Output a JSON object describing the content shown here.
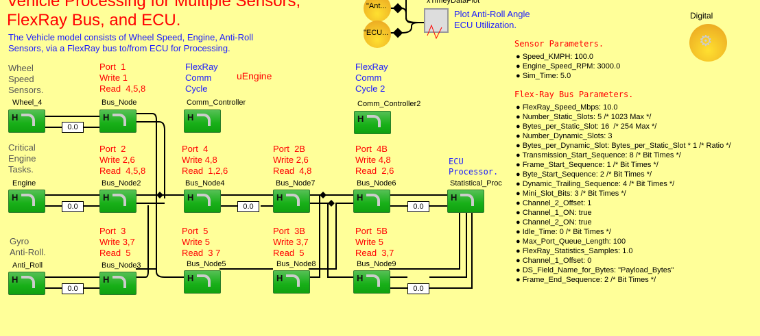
{
  "title": "Vehicle Processing for Multiple Sensors,\nFlexRay Bus, and ECU.",
  "description": "The Vehicle model consists of Wheel Speed, Engine, Anti-Roll\nSensors, via a FlexRay bus to/from ECU for Processing.",
  "plot": {
    "inputs": [
      "\"Ant...",
      "\"ECU..."
    ],
    "block_label": "xTimeyDataPlot",
    "caption": "Plot Anti-Roll Angle\nECU Utilization."
  },
  "digital": {
    "label": "Digital"
  },
  "group_labels": {
    "wheel": "Wheel\nSpeed\nSensors.",
    "engine": "Critical\nEngine\nTasks.",
    "gyro": "Gyro\nAnti-Roll."
  },
  "annotations": {
    "p1": "Port  1\nWrite 1\nRead  4,5,8",
    "cc1": "FlexRay\nComm\nCycle",
    "uengine": "uEngine",
    "cc2": "FlexRay\nComm\nCycle 2",
    "p2": "Port  2\nWrite 2,6\nRead  4,5,8",
    "p4": "Port  4\nWrite 4,8\nRead  1,2,6",
    "p2b": "Port  2B\nWrite 2,6\nRead  4,8",
    "p4b": "Port  4B\nWrite 4,8\nRead  2,6",
    "ecu": "ECU\nProcessor.",
    "p3": "Port  3\nWrite 3,7\nRead  5",
    "p5": "Port  5\nWrite 5\nRead  3 7",
    "p3b": "Port  3B\nWrite 3,7\nRead  5",
    "p5b": "Port  5B\nWrite 5\nRead  3,7"
  },
  "blocks": {
    "wheel4": "Wheel_4",
    "bus_node": "Bus_Node",
    "comm1": "Comm_Controller",
    "comm2": "Comm_Controller2",
    "engine": "Engine",
    "bus_node2": "Bus_Node2",
    "bus_node4": "Bus_Node4",
    "bus_node7": "Bus_Node7",
    "bus_node6": "Bus_Node6",
    "stat": "Statistical_Proc",
    "anti_roll": "Anti_Roll",
    "bus_node3": "Bus_Node3",
    "bus_node5": "Bus_Node5",
    "bus_node8": "Bus_Node8",
    "bus_node9": "Bus_Node9",
    "block_letter": "H"
  },
  "values": [
    "0.0",
    "0.0",
    "0.0",
    "0.0",
    "0.0",
    "0.0"
  ],
  "sensor_params": {
    "heading": "Sensor Parameters.",
    "items": [
      "Speed_KMPH: 100.0",
      "Engine_Speed_RPM: 3000.0",
      "Sim_Time: 5.0"
    ]
  },
  "flexray_params": {
    "heading": "Flex-Ray Bus Parameters.",
    "items": [
      "FlexRay_Speed_Mbps: 10.0",
      "Number_Static_Slots: 5 /* 1023 Max */",
      "Bytes_per_Static_Slot: 16  /* 254 Max */",
      "Number_Dynamic_Slots: 3",
      "Bytes_per_Dynamic_Slot: Bytes_per_Static_Slot * 1 /* Ratio */",
      "Transmission_Start_Sequence: 8 /* Bit Times */",
      "Frame_Start_Sequence: 1 /* Bit Times */",
      "Byte_Start_Sequence: 2 /* Bit Times */",
      "Dynamic_Trailing_Sequence: 4 /* Bit Times */",
      "Mini_Slot_Bits: 3 /* Bit Times */",
      "Channel_2_Offset: 1",
      "Channel_1_ON: true",
      "Channel_2_ON: true",
      "Idle_Time: 0 /* Bit Times */",
      "Max_Port_Queue_Length: 100",
      "FlexRay_Statistics_Samples: 1.0",
      "Channel_1_Offset: 0",
      "DS_Field_Name_for_Bytes: \"Payload_Bytes\"",
      "Frame_End_Sequence: 2 /* Bit Times */"
    ]
  }
}
